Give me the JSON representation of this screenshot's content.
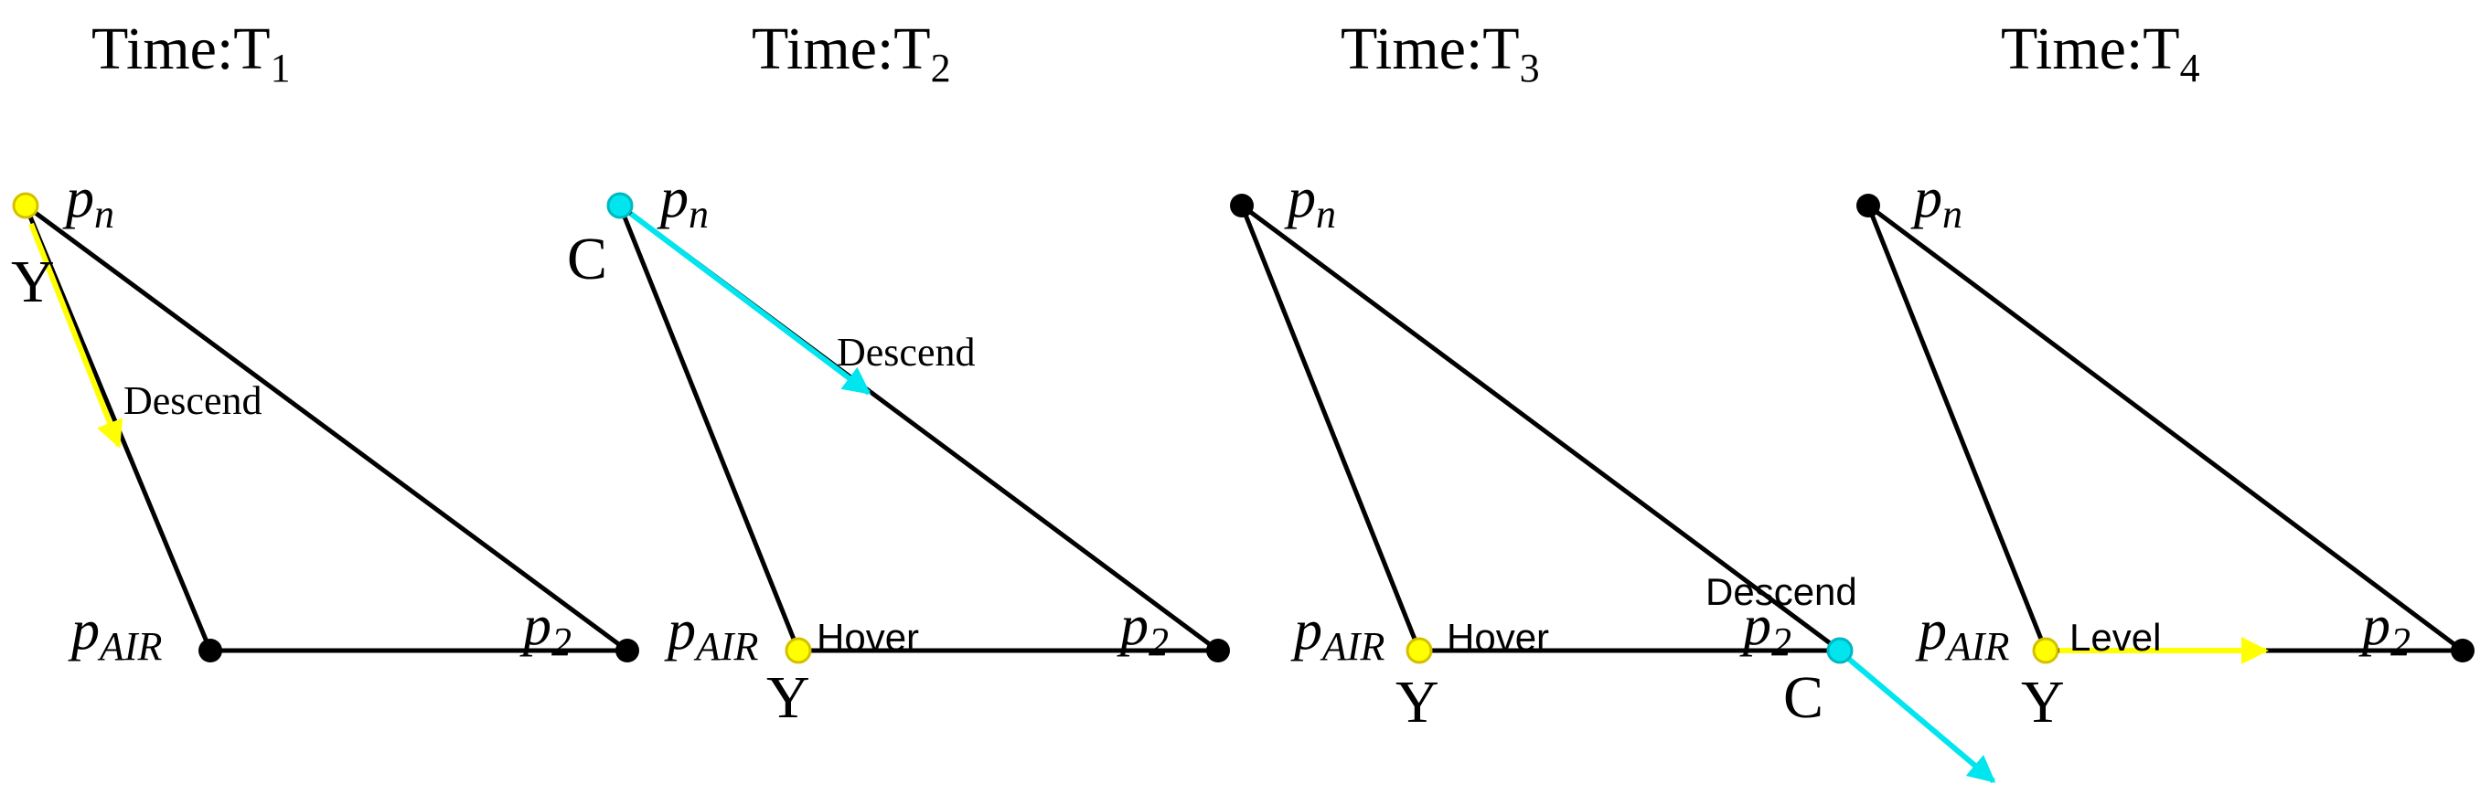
{
  "colors": {
    "edge": "#000000",
    "yellow": "#ffff00",
    "yellow_outline": "#d4c000",
    "cyan": "#00e5ee",
    "cyan_outline": "#00b8c0",
    "node": "#000000"
  },
  "panels": [
    {
      "title": {
        "main": "Time:T",
        "sub": "1"
      },
      "labels": {
        "pn": "p",
        "pn_sub": "n",
        "pair": "p",
        "pair_sub": "AIR",
        "p2": "p",
        "p2_sub": "2"
      },
      "node_states": {
        "pn": "yellow",
        "pair": "black",
        "p2": "black"
      },
      "node_markers": {
        "pn": "Y"
      },
      "actions": [
        {
          "name": "Descend",
          "color": "yellow",
          "edge": "pn-pair"
        }
      ]
    },
    {
      "title": {
        "main": "Time:T",
        "sub": "2"
      },
      "labels": {
        "pn": "p",
        "pn_sub": "n",
        "pair": "p",
        "pair_sub": "AIR",
        "p2": "p",
        "p2_sub": "2"
      },
      "node_states": {
        "pn": "cyan",
        "pair": "yellow",
        "p2": "black"
      },
      "node_markers": {
        "pn": "C",
        "pair": "Y"
      },
      "state_labels": {
        "pair": "Hover"
      },
      "actions": [
        {
          "name": "Descend",
          "color": "cyan",
          "edge": "pn-p2"
        }
      ]
    },
    {
      "title": {
        "main": "Time:T",
        "sub": "3"
      },
      "labels": {
        "pn": "p",
        "pn_sub": "n",
        "pair": "p",
        "pair_sub": "AIR",
        "p2": "p",
        "p2_sub": "2"
      },
      "node_states": {
        "pn": "black",
        "pair": "yellow",
        "p2": "cyan"
      },
      "node_markers": {
        "pair": "Y",
        "p2": "C"
      },
      "state_labels": {
        "pair": "Hover",
        "p2": "Descend"
      },
      "actions": [
        {
          "name": "",
          "color": "cyan",
          "edge": "p2-out"
        }
      ]
    },
    {
      "title": {
        "main": "Time:T",
        "sub": "4"
      },
      "labels": {
        "pn": "p",
        "pn_sub": "n",
        "pair": "p",
        "pair_sub": "AIR",
        "p2": "p",
        "p2_sub": "2"
      },
      "node_states": {
        "pn": "black",
        "pair": "yellow",
        "p2": "black"
      },
      "node_markers": {
        "pair": "Y"
      },
      "state_labels": {
        "pair": "Level"
      },
      "actions": [
        {
          "name": "",
          "color": "yellow",
          "edge": "pair-p2"
        }
      ]
    }
  ]
}
